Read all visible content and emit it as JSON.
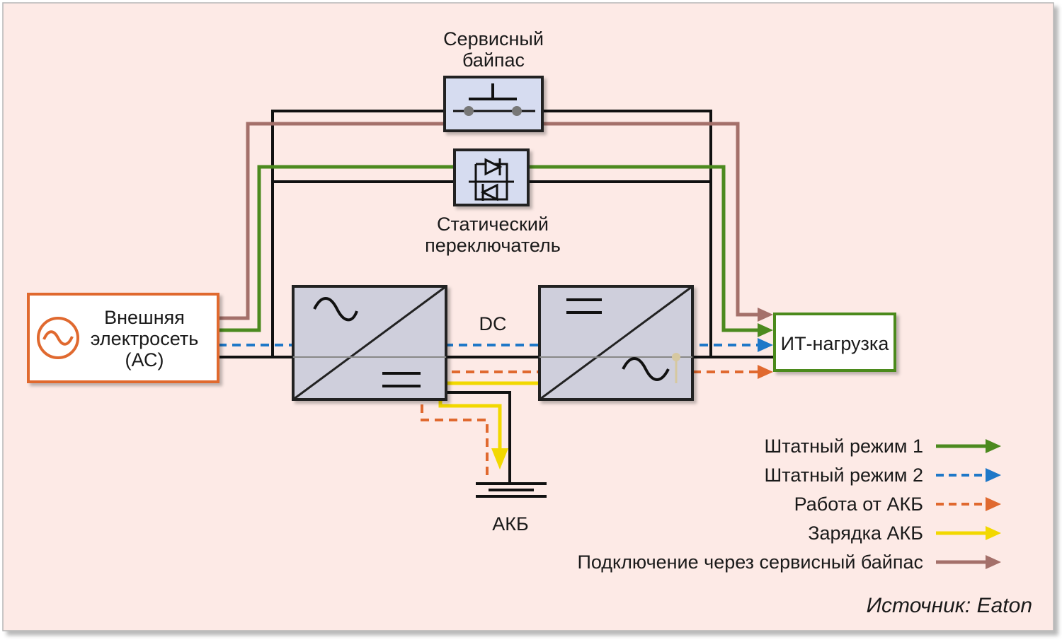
{
  "colors": {
    "panel_bg": "#fdeae6",
    "panel_border": "#b5b5b5",
    "block_fill": "#cfcfdc",
    "switch_fill": "#d6dcf0",
    "source_border": "#e0692f",
    "load_border": "#4c8a1f",
    "normal1": "#4c8a1f",
    "normal2": "#1f78c8",
    "battery_run": "#e0692f",
    "battery_charge": "#f2d800",
    "bypass": "#a4706a",
    "main_line": "#111111"
  },
  "labels": {
    "service_bypass_line1": "Сервисный",
    "service_bypass_line2": "байпас",
    "static_switch_line1": "Статический",
    "static_switch_line2": "переключатель",
    "source_line1": "Внешняя",
    "source_line2": "электросеть",
    "source_line3": "(АС)",
    "dc": "DC",
    "load": "ИТ-нагрузка",
    "battery": "АКБ",
    "credit": "Источник: Eaton"
  },
  "legend": [
    {
      "label": "Штатный режим 1",
      "color": "#4c8a1f",
      "style": "solid"
    },
    {
      "label": "Штатный режим 2",
      "color": "#1f78c8",
      "style": "dashed"
    },
    {
      "label": "Работа от АКБ",
      "color": "#e0692f",
      "style": "dashed"
    },
    {
      "label": "Зарядка АКБ",
      "color": "#f2d800",
      "style": "solid"
    },
    {
      "label": "Подключение через сервисный байпас",
      "color": "#a4706a",
      "style": "solid"
    }
  ],
  "icons": {
    "source": "ac-sine-icon",
    "rectifier": "ac-dc-converter-icon",
    "inverter": "dc-ac-converter-icon",
    "bypass_switch": "switch-icon",
    "static_switch": "thyristor-icon",
    "battery": "battery-icon"
  }
}
